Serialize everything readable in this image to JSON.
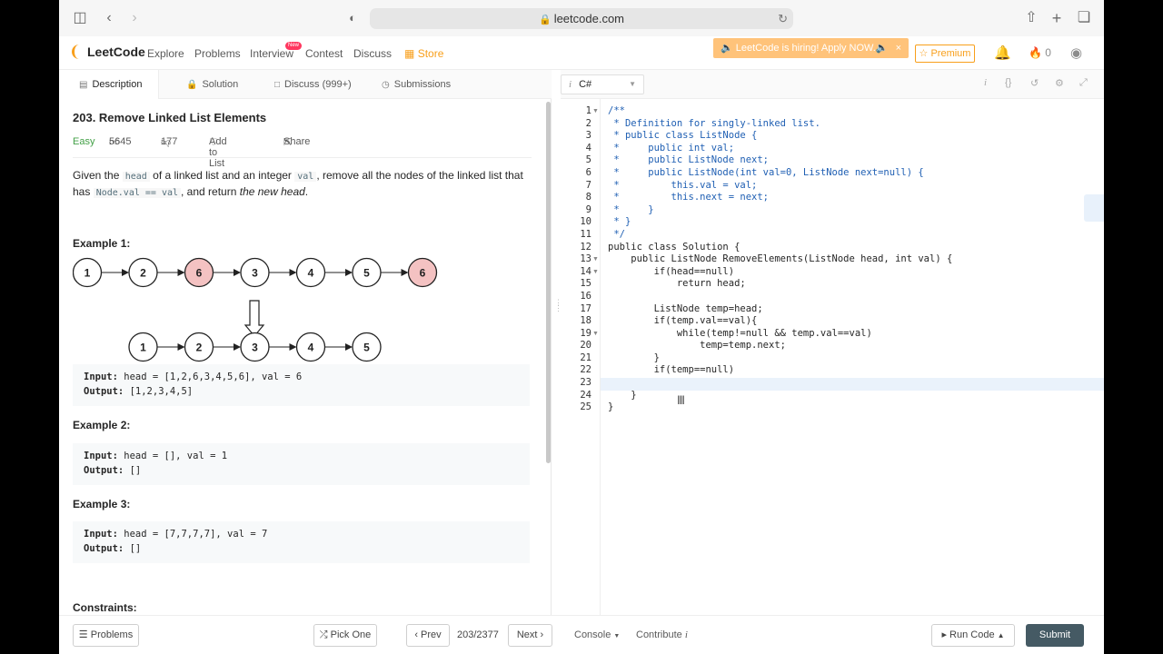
{
  "browser": {
    "url": "leetcode.com"
  },
  "nav": {
    "logo": "LeetCode",
    "links": [
      "Explore",
      "Problems",
      "Interview",
      "Contest",
      "Discuss",
      "Store"
    ],
    "new_badge": "New",
    "hiring": "🔈 LeetCode is hiring! Apply NOW.🔈",
    "premium": "☆ Premium",
    "fire_count": "0"
  },
  "tabs": [
    "Description",
    "Solution",
    "Discuss (999+)",
    "Submissions"
  ],
  "problem": {
    "title": "203. Remove Linked List Elements",
    "difficulty": "Easy",
    "likes": "5645",
    "dislikes": "177",
    "add_to_list": "Add to List",
    "share": "Share",
    "desc_pre": "Given the",
    "desc_code1": "head",
    "desc_mid1": "of a linked list and an integer",
    "desc_code2": "val",
    "desc_mid2": ", remove all the nodes of the linked list that has",
    "desc_code3": "Node.val == val",
    "desc_mid3": ", and return",
    "desc_em": "the new head",
    "desc_end": ".",
    "diagram": {
      "top": [
        "1",
        "2",
        "6",
        "3",
        "4",
        "5",
        "6"
      ],
      "bottom": [
        "1",
        "2",
        "3",
        "4",
        "5"
      ],
      "removed_color": "#f4c2c2"
    },
    "examples": [
      {
        "title": "Example 1:",
        "input_label": "Input:",
        "input": "head = [1,2,6,3,4,5,6], val = 6",
        "output_label": "Output:",
        "output": "[1,2,3,4,5]"
      },
      {
        "title": "Example 2:",
        "input_label": "Input:",
        "input": "head = [], val = 1",
        "output_label": "Output:",
        "output": "[]"
      },
      {
        "title": "Example 3:",
        "input_label": "Input:",
        "input": "head = [7,7,7,7], val = 7",
        "output_label": "Output:",
        "output": "[]"
      }
    ],
    "constraints_title": "Constraints:"
  },
  "editor": {
    "language": "C#",
    "line_numbers": [
      "1",
      "2",
      "3",
      "4",
      "5",
      "6",
      "7",
      "8",
      "9",
      "10",
      "11",
      "12",
      "13",
      "14",
      "15",
      "16",
      "17",
      "18",
      "19",
      "20",
      "21",
      "22",
      "23",
      "24",
      "25"
    ],
    "code_lines": [
      "/**",
      " * Definition for singly-linked list.",
      " * public class ListNode {",
      " *     public int val;",
      " *     public ListNode next;",
      " *     public ListNode(int val=0, ListNode next=null) {",
      " *         this.val = val;",
      " *         this.next = next;",
      " *     }",
      " * }",
      " */",
      "public class Solution {",
      "    public ListNode RemoveElements(ListNode head, int val) {",
      "        if(head==null)",
      "            return head;",
      "",
      "        ListNode temp=head;",
      "        if(temp.val==val){",
      "            while(temp!=null && temp.val==val)",
      "                temp=temp.next;",
      "        }",
      "        if(temp==null)",
      "",
      "    }",
      "}"
    ]
  },
  "footer": {
    "problems": "Problems",
    "pick_one": "Pick One",
    "prev": "Prev",
    "page": "203/2377",
    "next": "Next",
    "console": "Console",
    "contribute": "Contribute",
    "run_code": "Run Code",
    "submit": "Submit"
  }
}
